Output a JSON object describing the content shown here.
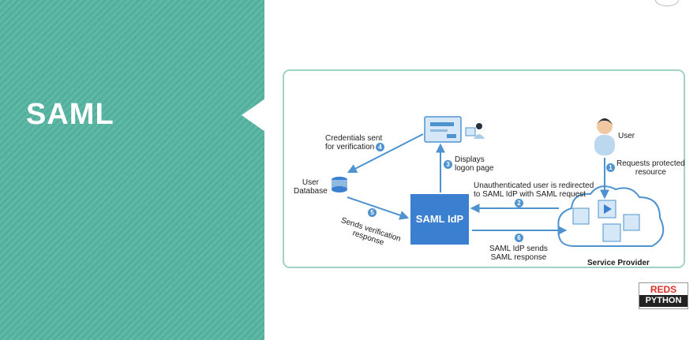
{
  "slide": {
    "title": "SAML"
  },
  "diagram": {
    "idp_label": "SAML IdP",
    "user_label": "User",
    "user_db_label": [
      "User",
      "Database"
    ],
    "service_provider_label": "Service Provider",
    "steps": [
      {
        "num": "1",
        "text": [
          "Requests protected",
          "resource"
        ]
      },
      {
        "num": "2",
        "text": [
          "Unauthenticated user is redirected",
          "to SAML IdP with SAML request"
        ]
      },
      {
        "num": "3",
        "text": [
          "Displays",
          "logon page"
        ]
      },
      {
        "num": "4",
        "text": [
          "Credentials sent",
          "for verification"
        ]
      },
      {
        "num": "5",
        "text": [
          "Sends verification",
          "response"
        ]
      },
      {
        "num": "6",
        "text": [
          "SAML IdP sends",
          "SAML response"
        ]
      }
    ]
  },
  "logo": {
    "top": "REDS",
    "bottom": "PYTHON"
  },
  "colors": {
    "teal": "#5fb9a7",
    "arrow": "#4e93cf",
    "idp": "#3a7fd0",
    "frame": "#9fd3c7"
  }
}
